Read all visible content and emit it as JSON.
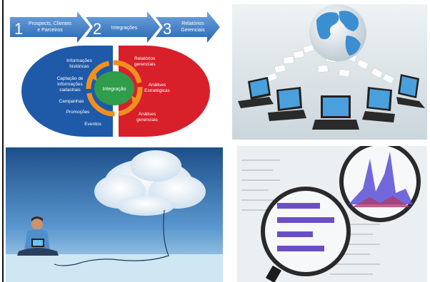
{
  "integration_diagram": {
    "steps": [
      {
        "number": "1",
        "label_line1": "Prospects, Clientes",
        "label_line2": "e Parceiros"
      },
      {
        "number": "2",
        "label_line1": "Integrações",
        "label_line2": ""
      },
      {
        "number": "3",
        "label_line1": "Relatórios",
        "label_line2": "Gerenciais"
      }
    ],
    "left_items": [
      {
        "line1": "Informações",
        "line2": "históricas",
        "line3": ""
      },
      {
        "line1": "Captação de",
        "line2": "informações",
        "line3": "cadastrais"
      },
      {
        "line1": "Campanhas",
        "line2": "",
        "line3": ""
      },
      {
        "line1": "Promoções",
        "line2": "",
        "line3": ""
      },
      {
        "line1": "Eventos",
        "line2": "",
        "line3": ""
      }
    ],
    "right_items": [
      {
        "line1": "Relatórios",
        "line2": "gerenciais"
      },
      {
        "line1": "Análises",
        "line2": "Estratégicas"
      },
      {
        "line1": "Análises",
        "line2": "gerenciais"
      }
    ],
    "center_label": "Integração",
    "colors": {
      "arrow_blue": "#3a78c4",
      "left_half": "#1f5aa8",
      "right_half": "#d8202a",
      "center": "#2f9d4a",
      "ring": "#f0901e"
    }
  },
  "photos": [
    {
      "subject": "globe-laptops-network"
    },
    {
      "subject": "person-laptop-cloud"
    },
    {
      "subject": "magnifier-3d-charts"
    }
  ]
}
